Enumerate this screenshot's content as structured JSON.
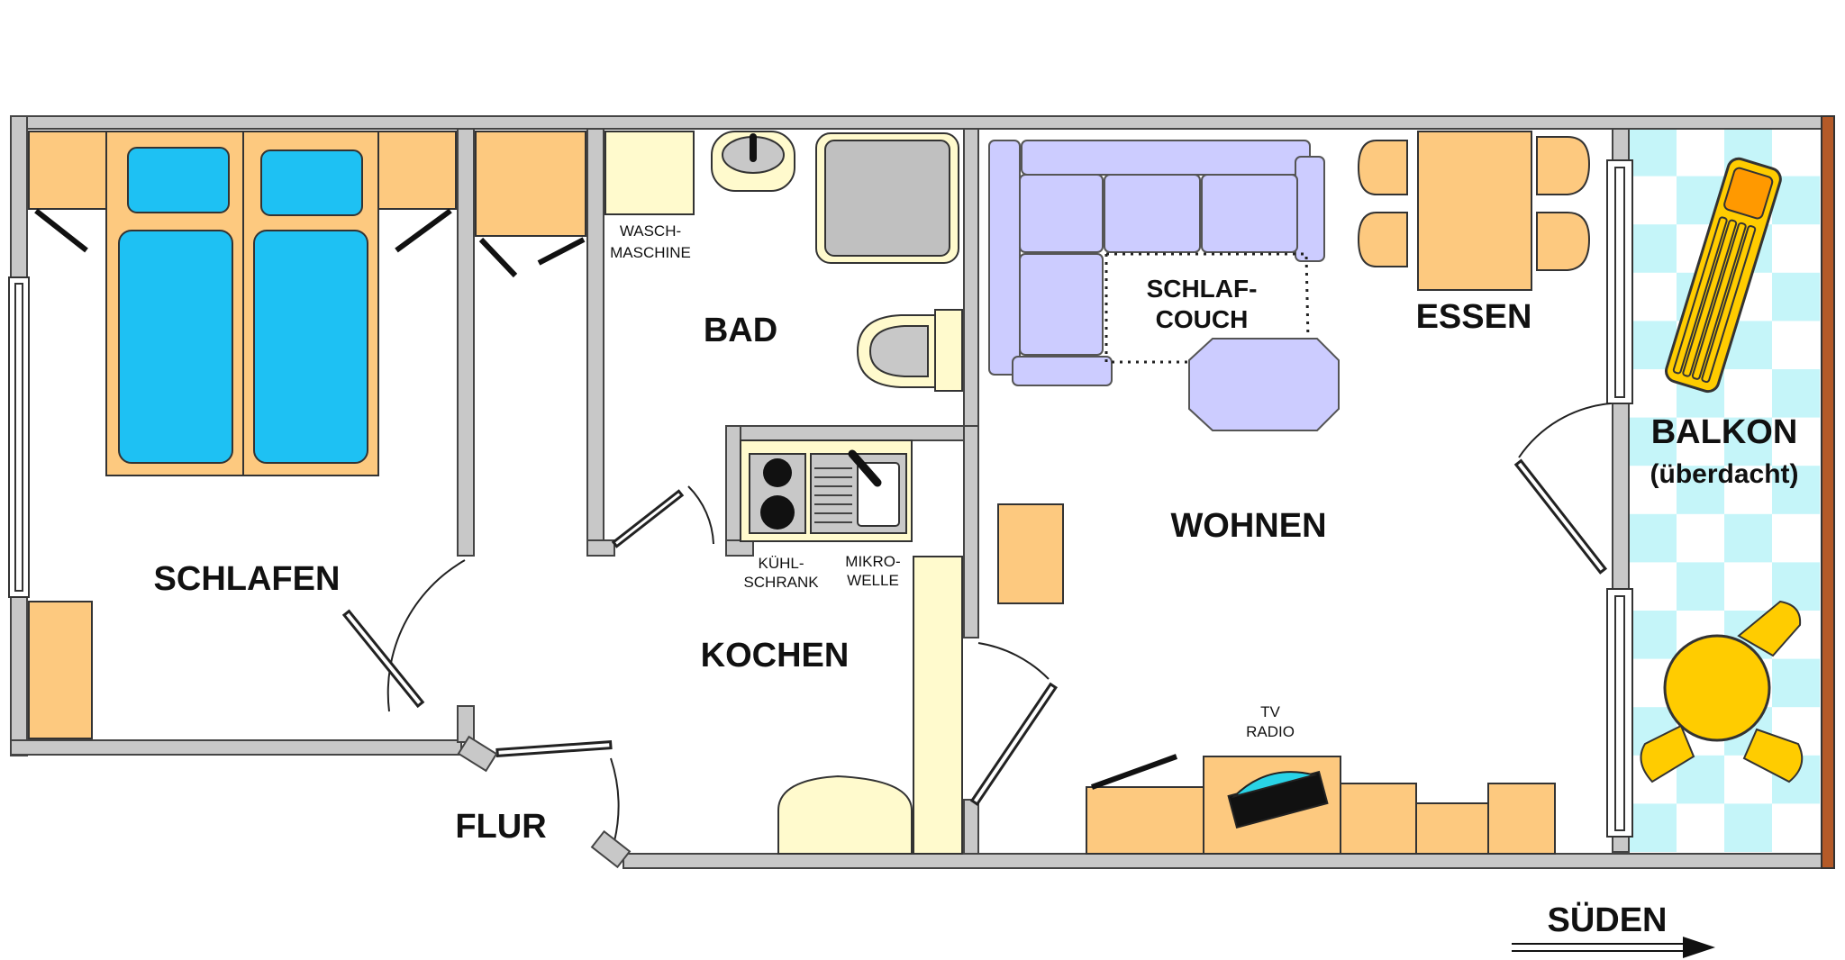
{
  "rooms": {
    "schlafen": "SCHLAFEN",
    "bad": "BAD",
    "kochen": "KOCHEN",
    "wohnen": "WOHNEN",
    "essen": "ESSEN",
    "flur": "FLUR",
    "balkon": "BALKON",
    "balkon_note": "(überdacht)"
  },
  "fixtures": {
    "waschmaschine_line1": "WASCH-",
    "waschmaschine_line2": "MASCHINE",
    "kuehlschrank_line1": "KÜHL-",
    "kuehlschrank_line2": "SCHRANK",
    "mikrowelle_line1": "MIKRO-",
    "mikrowelle_line2": "WELLE",
    "schlafcouch_line1": "SCHLAF-",
    "schlafcouch_line2": "COUCH",
    "tv_line1": "TV",
    "tv_line2": "RADIO"
  },
  "compass": {
    "label": "SÜDEN"
  },
  "colors": {
    "wall": "#c8c8c8",
    "wood": "#fdc97f",
    "bed": "#1ec1f3",
    "couch": "#ccccff",
    "cream": "#fffacd",
    "balcony_tile": "#c5f5f9",
    "balcony_table": "#ffcc00",
    "balcony_edge": "#b45a28"
  }
}
